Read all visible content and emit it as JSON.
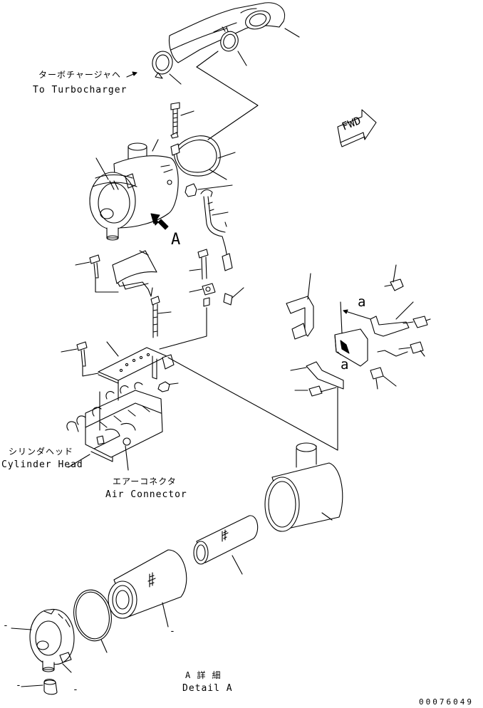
{
  "labels": {
    "turbo_jp": "ターボチャージャヘ",
    "turbo_en": "To Turbocharger",
    "cylinder_jp": "シリンダヘッド",
    "cylinder_en": "Cylinder Head",
    "connector_jp": "エアーコネクタ",
    "connector_en": "Air Connector",
    "detail_jp": "A 詳 細",
    "detail_en": "Detail A",
    "view_letter": "A",
    "fwd": "FWD",
    "ref_a_upper": "a",
    "ref_a_lower": "a",
    "drawing_code": "00076049",
    "dash1": "-",
    "dash2": "-",
    "dash3": "-",
    "dash4": "-"
  }
}
